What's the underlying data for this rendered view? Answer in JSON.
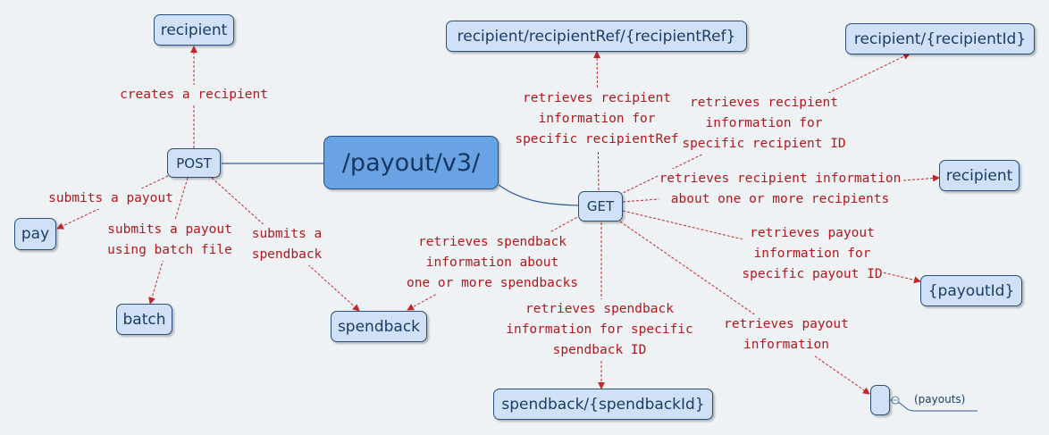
{
  "root": "/payout/v3/",
  "methods": {
    "post": "POST",
    "get": "GET"
  },
  "nodes": {
    "recipient_top": "recipient",
    "pay": "pay",
    "batch": "batch",
    "spendback": "spendback",
    "recipient_ref": "recipient/recipientRef/{recipientRef}",
    "recipient_id": "recipient/{recipientId}",
    "recipient_right": "recipient",
    "payout_id": "{payoutId}",
    "spendback_id": "spendback/{spendbackId}",
    "payouts_collapsed": "",
    "payouts_label": "(payouts)"
  },
  "edge_labels": {
    "creates_recipient": "creates a recipient",
    "submits_payout": "submits a payout",
    "submits_batch": "submits a payout\nusing batch file",
    "submits_spendback": "submits a\nspendback",
    "get_recipient_ref": "retrieves recipient\ninformation for\nspecific recipientRef",
    "get_recipient_id": "retrieves recipient\ninformation for\nspecific recipient ID",
    "get_recipients": "retrieves recipient information\nabout one or more recipients",
    "get_payout_id": "retrieves payout\ninformation for\nspecific payout ID",
    "get_payouts": "retrieves payout\ninformation",
    "get_spendback_id": "retrieves spendback\ninformation for specific\nspendback ID",
    "get_spendbacks": "retrieves spendback\ninformation about\none or more spendbacks"
  },
  "colors": {
    "edge": "#c0282c",
    "trunk": "#2f5f9a",
    "node_fill": "#cfe0f7",
    "root_fill": "#6aa3e3"
  }
}
